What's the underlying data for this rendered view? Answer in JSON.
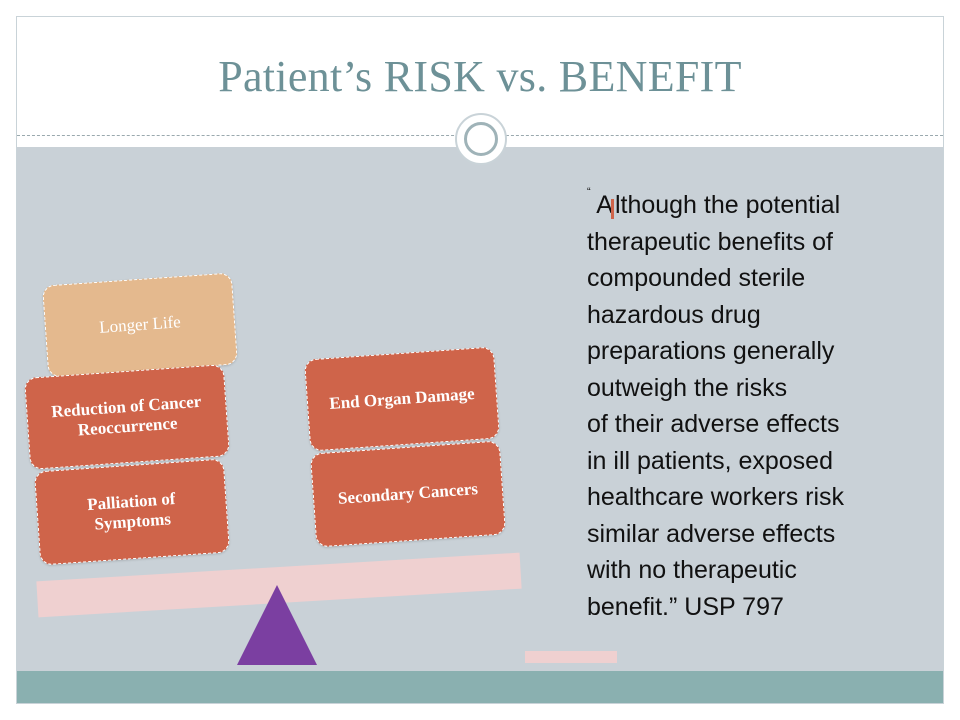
{
  "slide": {
    "title": "Patient’s RISK vs. BENEFIT",
    "colors": {
      "title": "#6d9197",
      "content_bg": "#c9d1d7",
      "bottom_bar": "#8ab0b0",
      "benefit_block": "#cf644a",
      "benefit_top_block": "#e4b98e",
      "beam": "#efd0d0",
      "fulcrum": "#7b3fa1"
    }
  },
  "scale": {
    "benefits": [
      {
        "label": "Longer Life"
      },
      {
        "label": "Reduction of Cancer Reoccurrence"
      },
      {
        "label": "Palliation of Symptoms"
      }
    ],
    "risks": [
      {
        "label": "End Organ Damage"
      },
      {
        "label": "Secondary Cancers"
      }
    ]
  },
  "quote": {
    "open_mark": "“",
    "first_word_rest": "lthough the potential",
    "first_letter": "A",
    "lines": [
      "therapeutic benefits of",
      "compounded sterile",
      "hazardous drug",
      "preparations generally",
      "outweigh the risks",
      "of their adverse effects",
      "in ill patients, exposed",
      "healthcare workers risk",
      "similar adverse effects",
      "with no therapeutic",
      "benefit.”  USP 797"
    ]
  }
}
